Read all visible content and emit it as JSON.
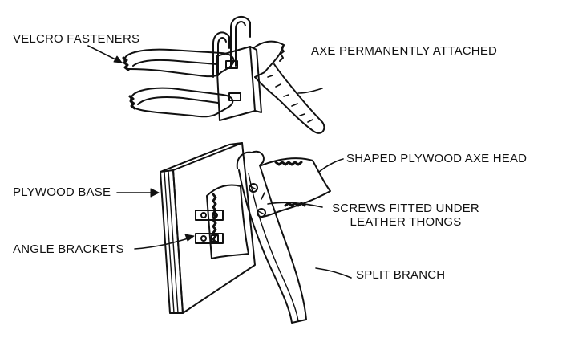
{
  "labels": {
    "velcro": "VELCRO FASTENERS",
    "axe_attached": "AXE PERMANENTLY ATTACHED",
    "axe_head": "SHAPED PLYWOOD AXE HEAD",
    "plywood_base": "PLYWOOD BASE",
    "screws_line1": "SCREWS FITTED UNDER",
    "screws_line2": "LEATHER THONGS",
    "angle_brackets": "ANGLE BRACKETS",
    "split_branch": "SPLIT BRANCH"
  },
  "colors": {
    "ink": "#111111",
    "paper": "#ffffff"
  }
}
